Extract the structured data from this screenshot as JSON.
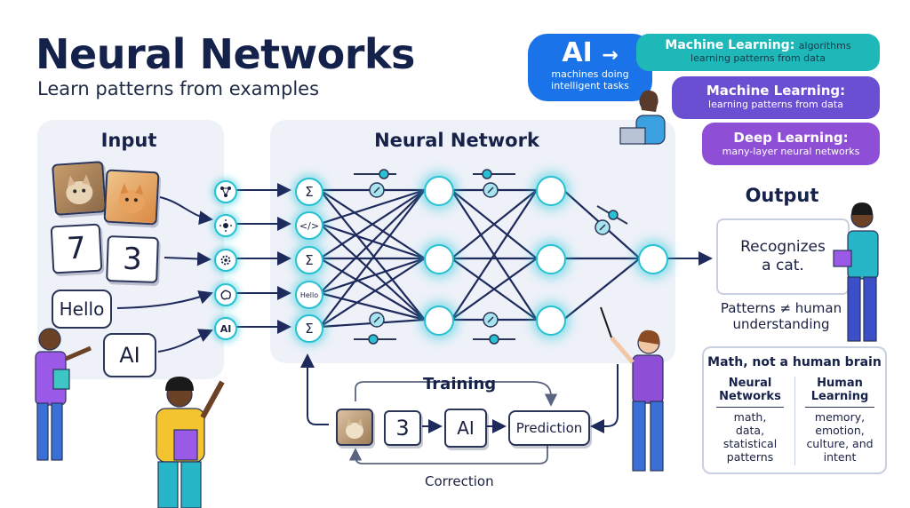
{
  "title": "Neural Networks",
  "subtitle": "Learn patterns from examples",
  "input": {
    "header": "Input",
    "digits": [
      "7",
      "3"
    ],
    "bubbles": [
      "Hello",
      "AI"
    ],
    "icon_names": [
      "network-icon",
      "sun-icon",
      "gear-icon",
      "brain-icon",
      "ai-icon"
    ],
    "ai_label": "AI"
  },
  "network": {
    "header": "Neural Network",
    "input_nodes": [
      "Σ",
      "</>",
      "Σ",
      "Hello",
      "Σ"
    ]
  },
  "training": {
    "label": "Training",
    "digit": "3",
    "ai_label": "AI",
    "prediction": "Prediction",
    "correction": "Correction"
  },
  "output": {
    "header": "Output",
    "result_line1": "Recognizes",
    "result_line2": "a cat.",
    "note_line1": "Patterns ≠ human",
    "note_line2": "understanding"
  },
  "comparison": {
    "title": "Math, not a human brain",
    "left_head1": "Neural",
    "left_head2": "Networks",
    "left_lines": [
      "math,",
      "data,",
      "statistical",
      "patterns"
    ],
    "right_head1": "Human",
    "right_head2": "Learning",
    "right_lines": [
      "memory,",
      "emotion,",
      "culture, and",
      "intent"
    ]
  },
  "hierarchy": {
    "ai_label": "AI",
    "ai_arrow": "→",
    "ai_desc_line1": "machines doing",
    "ai_desc_line2": "intelligent tasks",
    "ml1_title": "Machine Learning:",
    "ml1_suffix": "algorithms",
    "ml1_desc": "learning patterns from data",
    "ml2_title": "Machine Learning:",
    "ml2_desc": "learning patterns from data",
    "dl_title": "Deep Learning:",
    "dl_desc": "many-layer neural networks"
  },
  "colors": {
    "navy": "#14214a",
    "cyan_glow": "#27c1d1",
    "ai_blue": "#1a73e8",
    "teal": "#1fb8b8",
    "purple": "#7d4ad6",
    "panel": "#eef1f8"
  }
}
